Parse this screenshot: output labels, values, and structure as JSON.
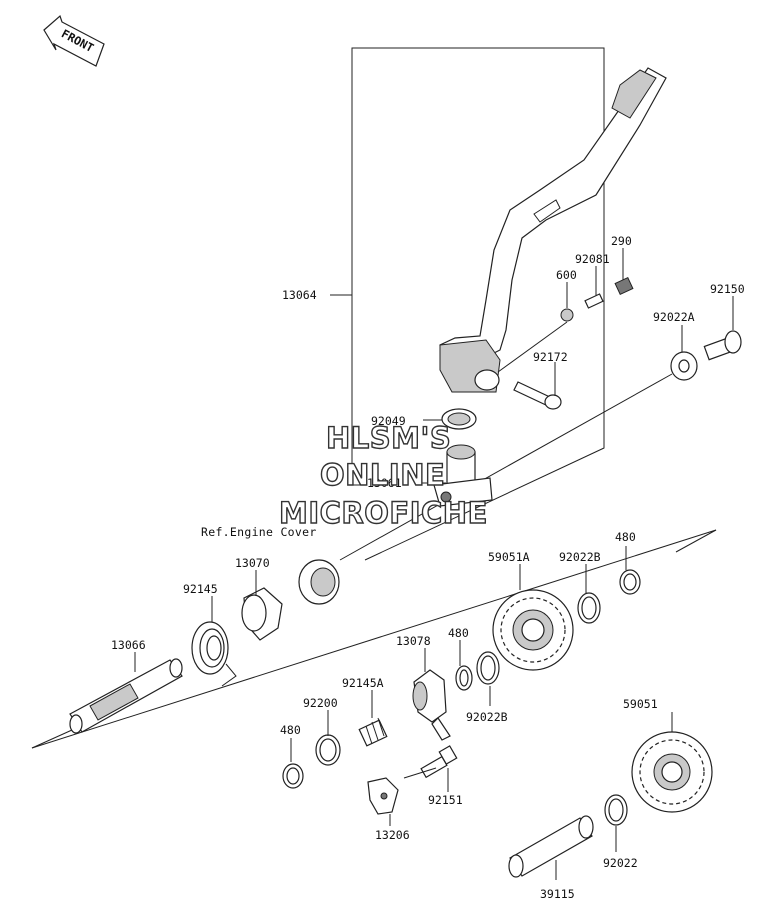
{
  "front_marker": "FRONT",
  "reference_note": "Ref.Engine Cover",
  "watermark": [
    "HLSM'S",
    "ONLINE",
    "MICROFICHE"
  ],
  "part_numbers": {
    "p13064": "13064",
    "p290": "290",
    "p92081": "92081",
    "p600": "600",
    "p92150": "92150",
    "p92022A": "92022A",
    "p92172": "92172",
    "p92049": "92049",
    "p13061": "13061",
    "p13070": "13070",
    "p92145": "92145",
    "p13066": "13066",
    "p59051A": "59051A",
    "p92022B_top": "92022B",
    "p480_top": "480",
    "p13078": "13078",
    "p480_mid": "480",
    "p92145A": "92145A",
    "p92022B_mid": "92022B",
    "p92200": "92200",
    "p480_left": "480",
    "p92151": "92151",
    "p13206": "13206",
    "p59051": "59051",
    "p92022": "92022",
    "p39115": "39115"
  }
}
